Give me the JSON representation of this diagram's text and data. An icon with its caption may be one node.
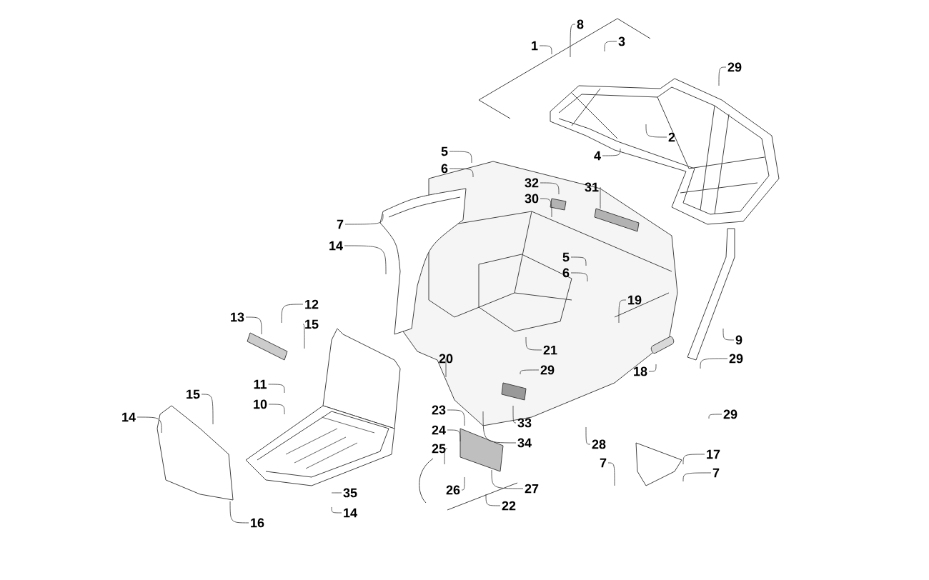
{
  "diagram": {
    "nodes": [
      {
        "text": [
          "8"
        ]
      },
      {
        "text": [
          "1"
        ]
      },
      {
        "text": [
          "3"
        ]
      },
      {
        "text": [
          "29"
        ]
      },
      {
        "text": [
          "2"
        ]
      },
      {
        "text": [
          "5"
        ]
      },
      {
        "text": [
          "4"
        ]
      },
      {
        "text": [
          "6"
        ]
      },
      {
        "text": [
          "32"
        ]
      },
      {
        "text": [
          "30"
        ]
      },
      {
        "text": [
          "31"
        ]
      },
      {
        "text": [
          "7"
        ]
      },
      {
        "text": [
          "14"
        ]
      },
      {
        "text": [
          "5"
        ]
      },
      {
        "text": [
          "6"
        ]
      },
      {
        "text": [
          "19"
        ]
      },
      {
        "text": [
          "12"
        ]
      },
      {
        "text": [
          "13"
        ]
      },
      {
        "text": [
          "15"
        ]
      },
      {
        "text": [
          "9"
        ]
      },
      {
        "text": [
          "21"
        ]
      },
      {
        "text": [
          "20"
        ]
      },
      {
        "text": [
          "29"
        ]
      },
      {
        "text": [
          "18"
        ]
      },
      {
        "text": [
          "29"
        ]
      },
      {
        "text": [
          "11"
        ]
      },
      {
        "text": [
          "10"
        ]
      },
      {
        "text": [
          "15"
        ]
      },
      {
        "text": [
          "14"
        ]
      },
      {
        "text": [
          "23"
        ]
      },
      {
        "text": [
          "29"
        ]
      },
      {
        "text": [
          "33"
        ]
      },
      {
        "text": [
          "24"
        ]
      },
      {
        "text": [
          "34"
        ]
      },
      {
        "text": [
          "25"
        ]
      },
      {
        "text": [
          "28"
        ]
      },
      {
        "text": [
          "17"
        ]
      },
      {
        "text": [
          "7"
        ]
      },
      {
        "text": [
          "7"
        ]
      },
      {
        "text": [
          "26"
        ]
      },
      {
        "text": [
          "27"
        ]
      },
      {
        "text": [
          "35"
        ]
      },
      {
        "text": [
          "22"
        ]
      },
      {
        "text": [
          "14"
        ]
      },
      {
        "text": [
          "16"
        ]
      }
    ],
    "edges": [
      {
        "from": 0,
        "to": null,
        "arrow": "none"
      },
      {
        "from": 1,
        "to": null,
        "arrow": "none"
      },
      {
        "from": 2,
        "to": null,
        "arrow": "none"
      },
      {
        "from": 3,
        "to": null,
        "arrow": "none"
      },
      {
        "from": 4,
        "to": null,
        "arrow": "none"
      },
      {
        "from": 5,
        "to": null,
        "arrow": "none"
      },
      {
        "from": 6,
        "to": null,
        "arrow": "none"
      },
      {
        "from": 7,
        "to": null,
        "arrow": "none"
      },
      {
        "from": 8,
        "to": null,
        "arrow": "none"
      },
      {
        "from": 9,
        "to": null,
        "arrow": "none"
      },
      {
        "from": 10,
        "to": null,
        "arrow": "none"
      },
      {
        "from": 11,
        "to": null,
        "arrow": "none"
      },
      {
        "from": 12,
        "to": null,
        "arrow": "none"
      },
      {
        "from": 13,
        "to": null,
        "arrow": "none"
      },
      {
        "from": 14,
        "to": null,
        "arrow": "none"
      },
      {
        "from": 15,
        "to": null,
        "arrow": "none"
      },
      {
        "from": 16,
        "to": null,
        "arrow": "none"
      },
      {
        "from": 17,
        "to": null,
        "arrow": "none"
      },
      {
        "from": 18,
        "to": null,
        "arrow": "none"
      },
      {
        "from": 19,
        "to": null,
        "arrow": "none"
      },
      {
        "from": 20,
        "to": null,
        "arrow": "none"
      },
      {
        "from": 21,
        "to": null,
        "arrow": "none"
      },
      {
        "from": 22,
        "to": null,
        "arrow": "none"
      },
      {
        "from": 23,
        "to": null,
        "arrow": "none"
      },
      {
        "from": 24,
        "to": null,
        "arrow": "none"
      },
      {
        "from": 25,
        "to": null,
        "arrow": "none"
      },
      {
        "from": 26,
        "to": null,
        "arrow": "none"
      },
      {
        "from": 27,
        "to": null,
        "arrow": "none"
      },
      {
        "from": 28,
        "to": null,
        "arrow": "none"
      },
      {
        "from": 29,
        "to": null,
        "arrow": "none"
      },
      {
        "from": 30,
        "to": null,
        "arrow": "none"
      },
      {
        "from": 31,
        "to": null,
        "arrow": "none"
      },
      {
        "from": 32,
        "to": null,
        "arrow": "none"
      },
      {
        "from": 33,
        "to": null,
        "arrow": "none"
      },
      {
        "from": 34,
        "to": null,
        "arrow": "none"
      },
      {
        "from": 35,
        "to": null,
        "arrow": "none"
      },
      {
        "from": 36,
        "to": null,
        "arrow": "none"
      },
      {
        "from": 37,
        "to": null,
        "arrow": "none"
      },
      {
        "from": 38,
        "to": null,
        "arrow": "none"
      },
      {
        "from": 39,
        "to": null,
        "arrow": "none"
      },
      {
        "from": 40,
        "to": null,
        "arrow": "none"
      },
      {
        "from": 41,
        "to": null,
        "arrow": "none"
      },
      {
        "from": 42,
        "to": null,
        "arrow": "none"
      },
      {
        "from": 43,
        "to": null,
        "arrow": "none"
      },
      {
        "from": 44,
        "to": null,
        "arrow": "none"
      }
    ]
  }
}
